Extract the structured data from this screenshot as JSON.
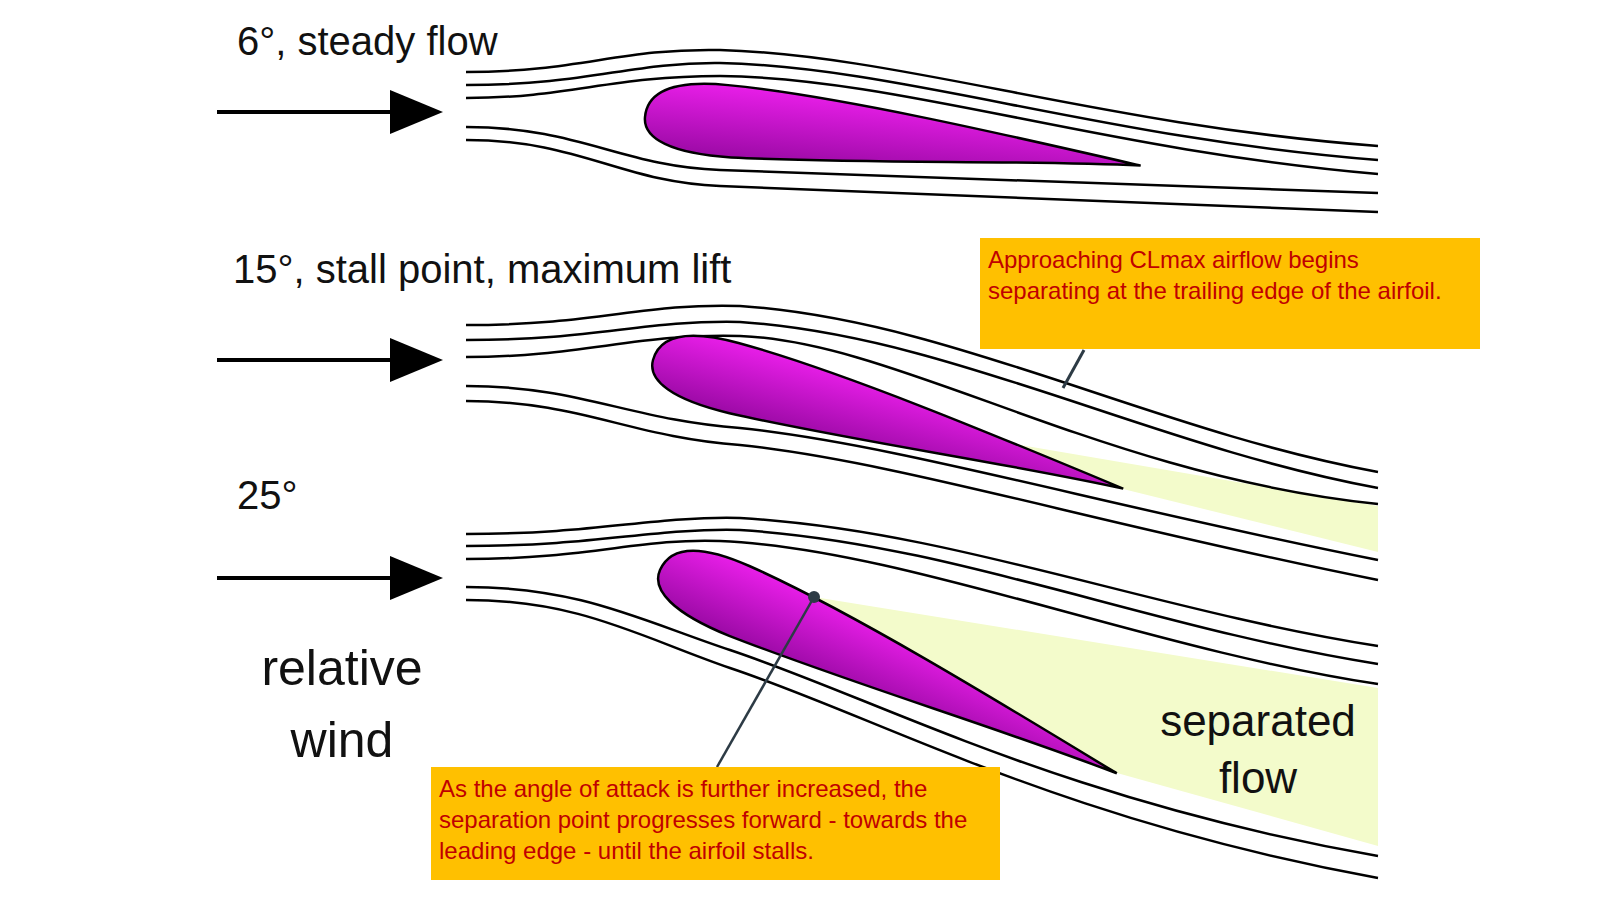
{
  "diagram": {
    "nodes": [
      {
        "text": [
          "Approaching CLmax airflow begins separating at the trailing edge of the airfoil."
        ]
      },
      {
        "text": [
          "As the angle of attack is further increased, the separation point progresses forward - towards the leading edge - until the airfoil stalls."
        ]
      }
    ],
    "labels": [
      "6°, steady flow",
      "15°, stall point, maximum lift",
      "25°",
      "relative wind",
      "separated flow"
    ]
  }
}
